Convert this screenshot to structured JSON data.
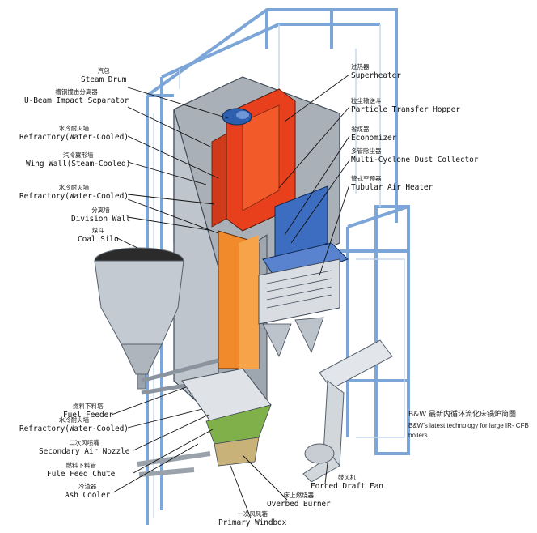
{
  "labels_left": [
    {
      "id": "steam-drum",
      "zh": "汽包",
      "en": "Steam Drum"
    },
    {
      "id": "u-beam",
      "zh": "槽钢撞击分离器",
      "en": "U-Beam Impact Separator"
    },
    {
      "id": "refractory-1",
      "zh": "水冷耐火墙",
      "en": "Refractory(Water-Cooled)"
    },
    {
      "id": "wing-wall",
      "zh": "汽冷翼形墙",
      "en": "Wing Wall(Steam-Cooled)"
    },
    {
      "id": "refractory-2",
      "zh": "水冷耐火墙",
      "en": "Refractory(Water-Cooled)"
    },
    {
      "id": "division-wall",
      "zh": "分离墙",
      "en": "Division Wall"
    },
    {
      "id": "coal-silo",
      "zh": "煤斗",
      "en": "Coal Silo"
    },
    {
      "id": "fuel-feeder",
      "zh": "燃料下料塔",
      "en": "Fuel Feeder"
    },
    {
      "id": "refractory-3",
      "zh": "水冷耐火墙",
      "en": "Refractory(Water-Cooled)"
    },
    {
      "id": "secondary-air",
      "zh": "二次风喷嘴",
      "en": "Secondary Air Nozzle"
    },
    {
      "id": "fuel-chute",
      "zh": "燃料下料管",
      "en": "Fule Feed Chute"
    },
    {
      "id": "ash-cooler",
      "zh": "冷渣器",
      "en": "Ash Cooler"
    }
  ],
  "labels_right": [
    {
      "id": "superheater",
      "zh": "过热器",
      "en": "Superheater"
    },
    {
      "id": "hopper",
      "zh": "粒尘输送斗",
      "en": "Particle Transfer Hopper"
    },
    {
      "id": "economizer",
      "zh": "省煤器",
      "en": "Economizer"
    },
    {
      "id": "dust-collector",
      "zh": "多管除尘器",
      "en": "Multi-Cyclone Dust Collector"
    },
    {
      "id": "air-heater",
      "zh": "管式空预器",
      "en": "Tubular Air Heater"
    }
  ],
  "labels_bottom": [
    {
      "id": "forced-draft",
      "zh": "鼓风机",
      "en": "Forced Draft Fan"
    },
    {
      "id": "overbed",
      "zh": "床上燃烧器",
      "en": "Overbed Burner"
    },
    {
      "id": "windbox",
      "zh": "一次风风箱",
      "en": "Primary Windbox"
    }
  ],
  "caption": {
    "zh": "B&W 最新内循环流化床锅炉简图",
    "en": "B&W’s latest technology for large IR- CFB boilers."
  }
}
